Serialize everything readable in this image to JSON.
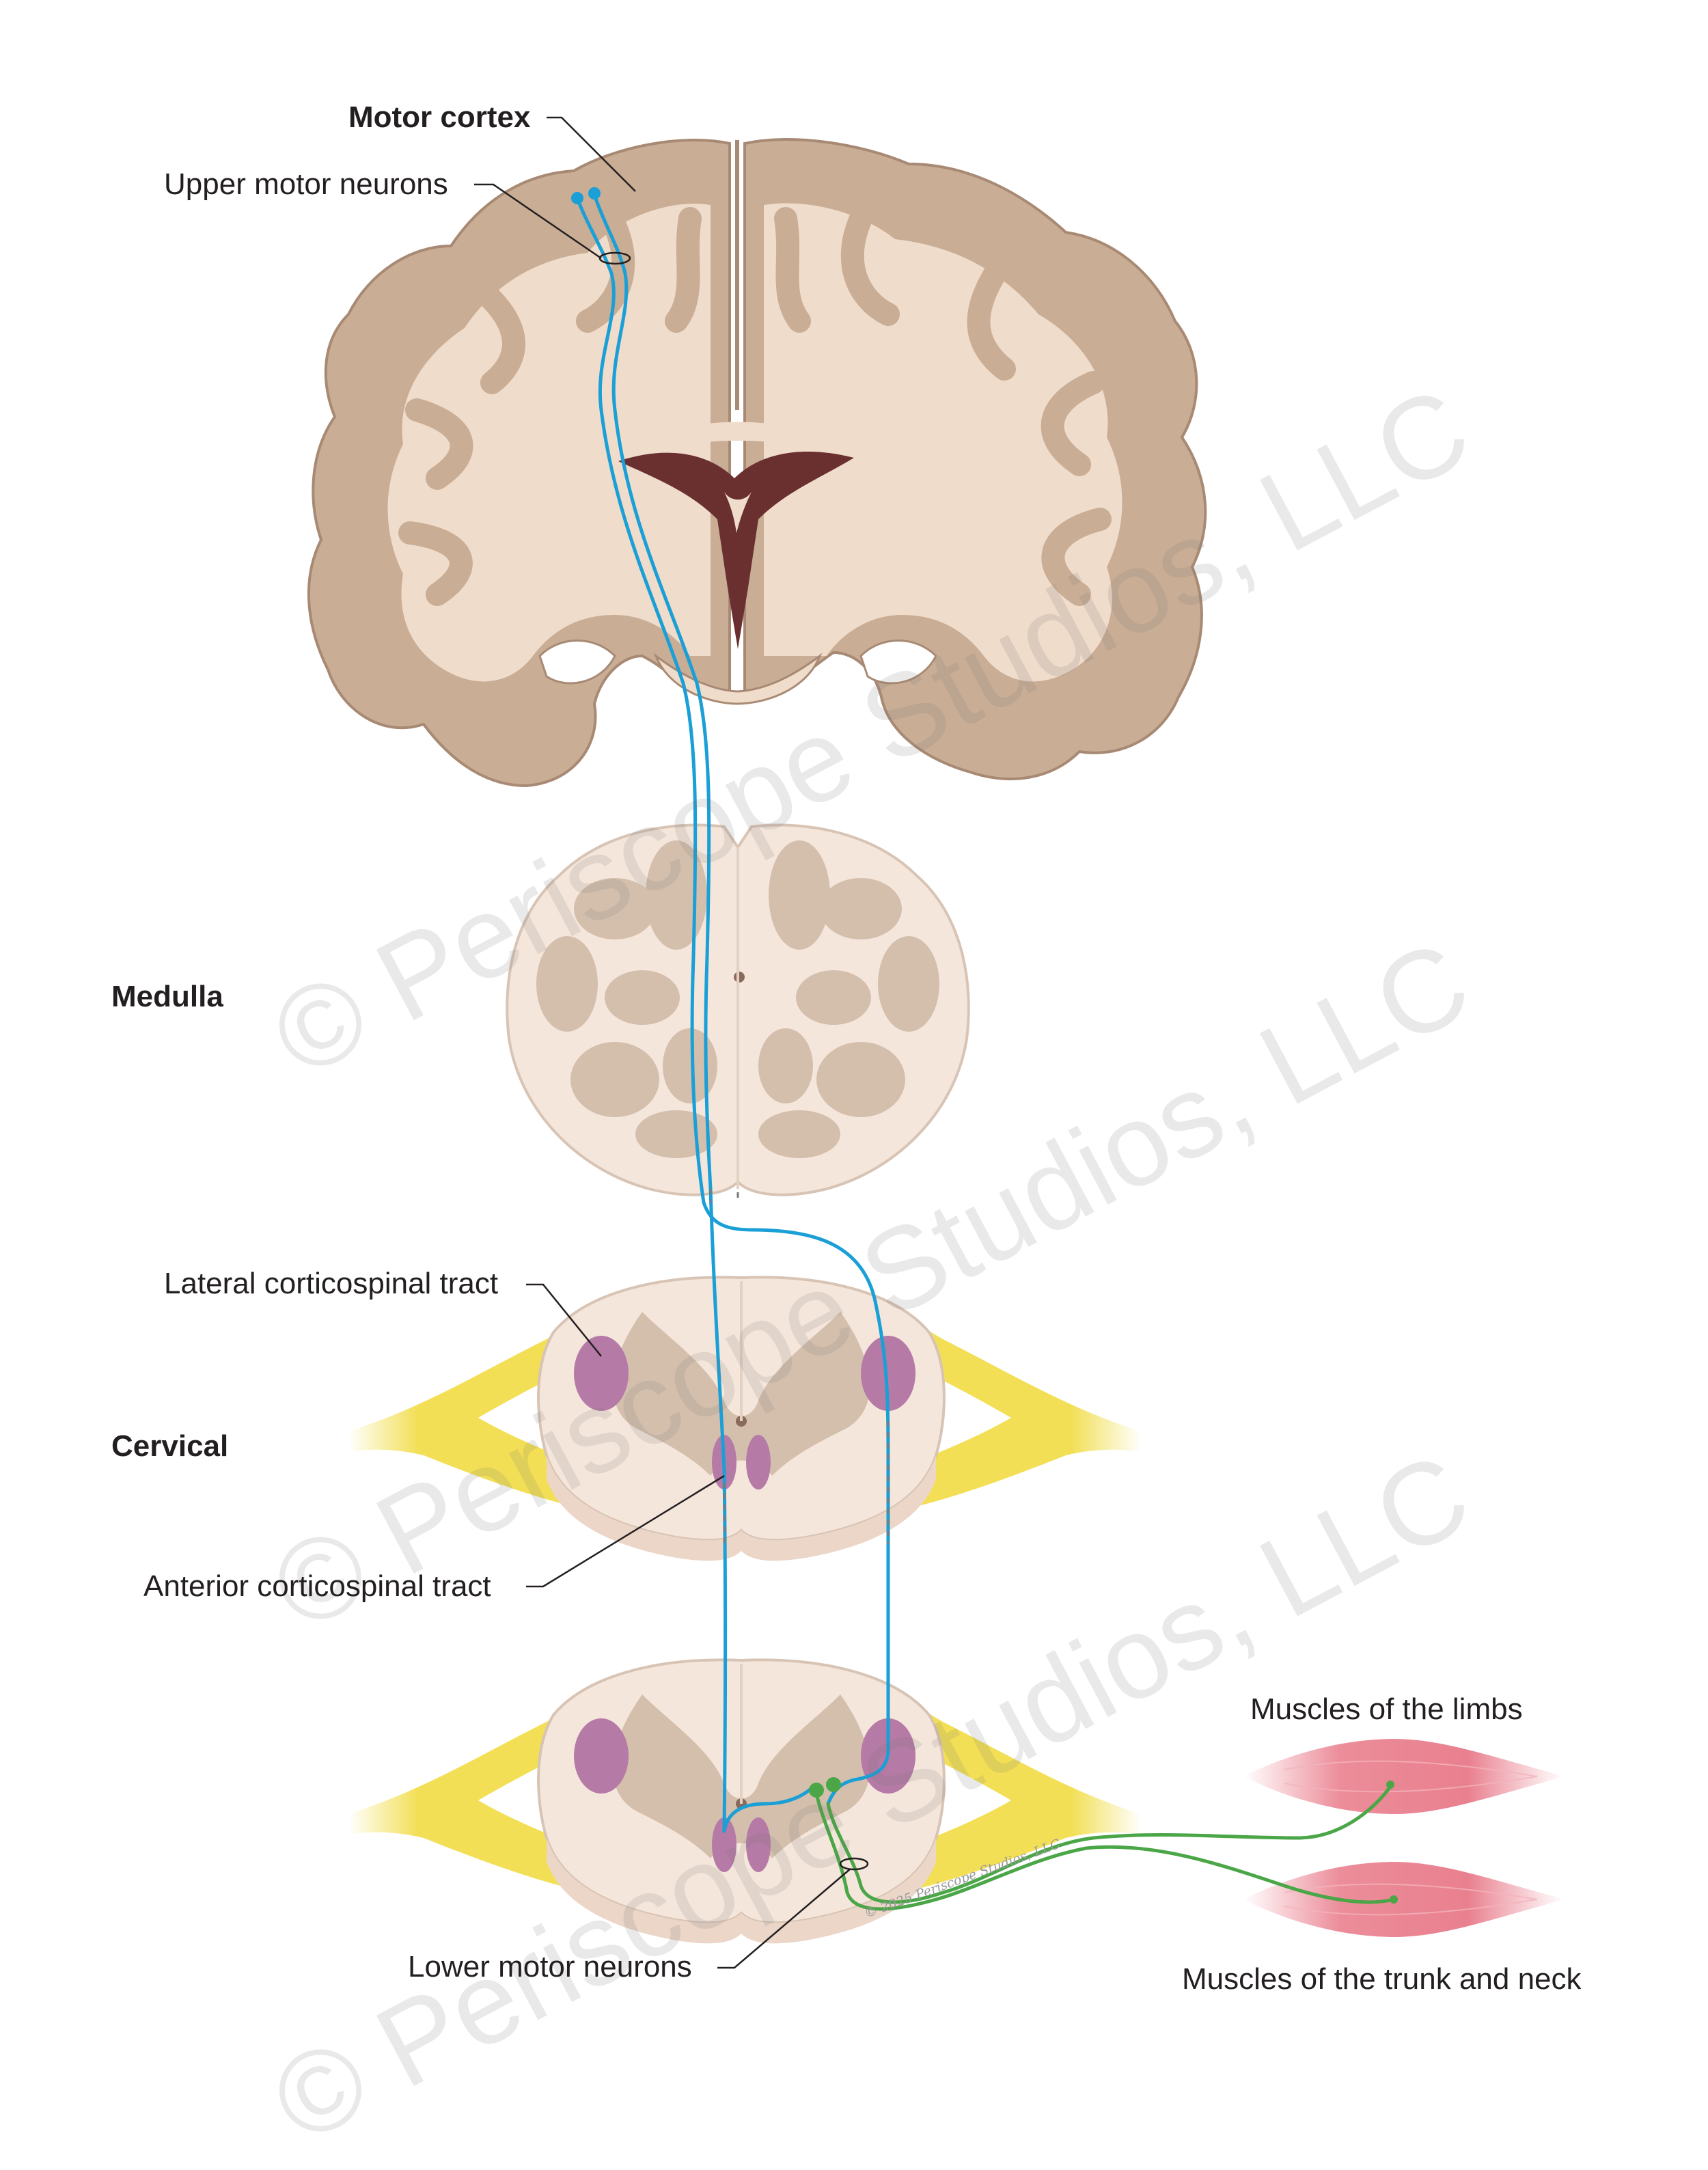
{
  "labels": {
    "motor_cortex": "Motor cortex",
    "upper_motor_neurons": "Upper motor neurons",
    "medulla": "Medulla",
    "lateral_corticospinal_tract": "Lateral corticospinal tract",
    "cervical": "Cervical",
    "anterior_corticospinal_tract": "Anterior corticospinal tract",
    "lower_motor_neurons": "Lower motor neurons",
    "muscles_limbs": "Muscles of the limbs",
    "muscles_trunk_neck": "Muscles of the trunk and neck"
  },
  "watermark": "© Periscope Studios, LLC",
  "copyright": "© 2025 Periscope Studios, LLC",
  "colors": {
    "brain_gray": "#c9ad95",
    "brain_white": "#f0dccb",
    "brain_outline": "#a88a74",
    "ventricle": "#6a2f2f",
    "spinal_gray": "#d4bfad",
    "spinal_white": "#f5e6dc",
    "tract_purple": "#b57aa6",
    "nerve_yellow": "#f2df55",
    "upper_neuron_blue": "#1a9fd6",
    "lower_neuron_green": "#4aa646",
    "muscle_pink": "#ec8d9a",
    "leader_line": "#231f20"
  }
}
